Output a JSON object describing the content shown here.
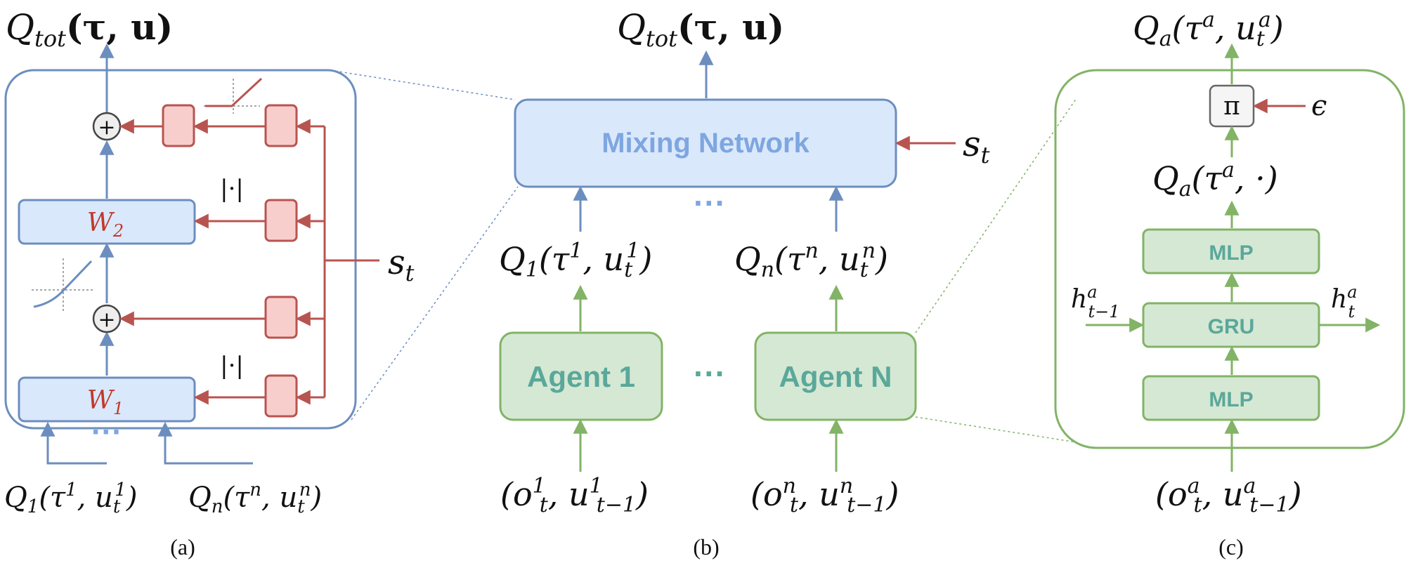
{
  "colors": {
    "blue": "#6c8ebf",
    "blue_fill": "#dae8fc",
    "blue_text": "#7ea6e0",
    "red": "#b85450",
    "red_fill": "#f8cecc",
    "red_text": "#c0392b",
    "green": "#82b366",
    "green_fill": "#d5e8d4",
    "green_text": "#5aa89a"
  },
  "panel_a": {
    "caption": "(a)",
    "output": {
      "sym": "Q",
      "sub": "tot",
      "args": "(τ, u)"
    },
    "w2": {
      "sym": "W",
      "sub": "2"
    },
    "w1": {
      "sym": "W",
      "sub": "1"
    },
    "abs_label": "|·|",
    "plus": "+",
    "state": {
      "sym": "s",
      "sub": "t"
    },
    "dots": "···",
    "input_1": {
      "sym": "Q",
      "sub": "1",
      "open": "(τ",
      "sup": "1",
      "mid": ", u",
      "sub2": "t",
      "sup2": "1",
      "close": ")"
    },
    "input_n": {
      "sym": "Q",
      "sub": "n",
      "open": "(τ",
      "sup": "n",
      "mid": ", u",
      "sub2": "t",
      "sup2": "n",
      "close": ")"
    }
  },
  "panel_b": {
    "caption": "(b)",
    "output": {
      "sym": "Q",
      "sub": "tot",
      "args": "(τ, u)"
    },
    "mixing_label": "Mixing Network",
    "state": {
      "sym": "s",
      "sub": "t"
    },
    "dots_top": "···",
    "dots_mid": "···",
    "q1": {
      "sym": "Q",
      "sub": "1",
      "open": "(τ",
      "sup": "1",
      "mid": ", u",
      "sub2": "t",
      "sup2": "1",
      "close": ")"
    },
    "qn": {
      "sym": "Q",
      "sub": "n",
      "open": "(τ",
      "sup": "n",
      "mid": ", u",
      "sub2": "t",
      "sup2": "n",
      "close": ")"
    },
    "agent_1": "Agent 1",
    "agent_n": "Agent N",
    "obs_1": {
      "open": "(o",
      "sup": "1",
      "sub": "t",
      "mid": ", u",
      "sup2": "1",
      "sub2": "t−1",
      "close": ")"
    },
    "obs_n": {
      "open": "(o",
      "sup": "n",
      "sub": "t",
      "mid": ", u",
      "sup2": "n",
      "sub2": "t−1",
      "close": ")"
    }
  },
  "panel_c": {
    "caption": "(c)",
    "output": {
      "sym": "Q",
      "sub": "a",
      "open": "(τ",
      "sup": "a",
      "mid": ", u",
      "sub2": "t",
      "sup2": "a",
      "close": ")"
    },
    "pi": "π",
    "epsilon": "ϵ",
    "q_all": {
      "sym": "Q",
      "sub": "a",
      "open": "(τ",
      "sup": "a",
      "close": ", ·)"
    },
    "mlp_top": "MLP",
    "gru": "GRU",
    "mlp_bottom": "MLP",
    "h_prev": {
      "sym": "h",
      "sup": "a",
      "sub": "t−1"
    },
    "h_next": {
      "sym": "h",
      "sup": "a",
      "sub": "t"
    },
    "obs": {
      "open": "(o",
      "sup": "a",
      "sub": "t",
      "mid": ", u",
      "sup2": "a",
      "sub2": "t−1",
      "close": ")"
    }
  }
}
